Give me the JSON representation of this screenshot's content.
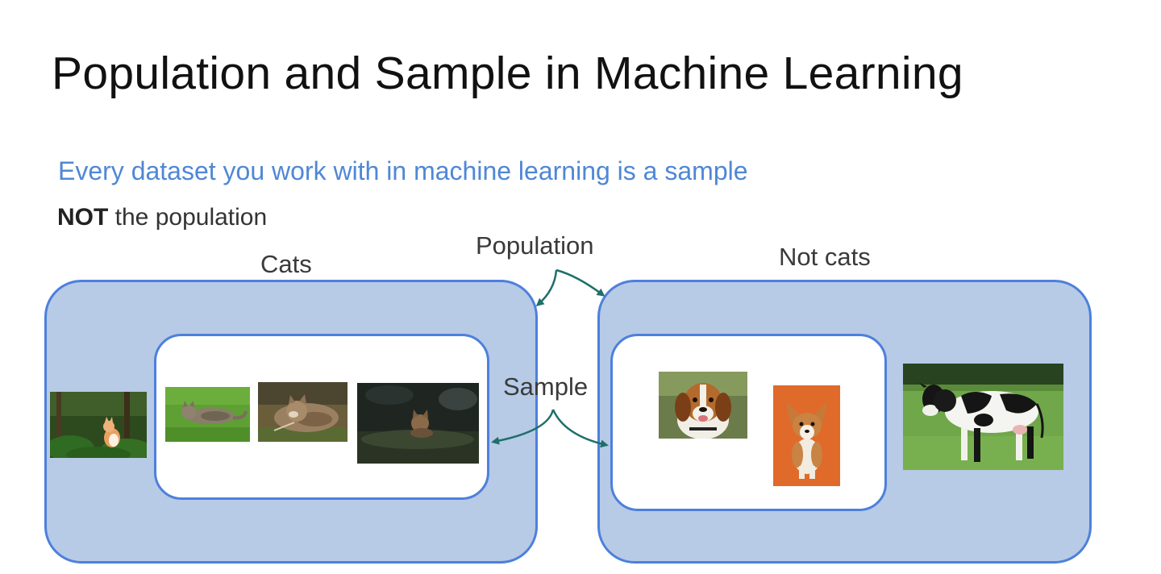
{
  "slide": {
    "title": "Population and Sample in Machine Learning",
    "subtitle": "Every dataset you work with in machine learning is a sample",
    "note_bold": "NOT",
    "note_rest": " the population"
  },
  "labels": {
    "cats": "Cats",
    "not_cats": "Not cats",
    "population": "Population",
    "sample": "Sample"
  },
  "colors": {
    "title": "#111111",
    "subtitle": "#4f87d6",
    "population_fill": "#b7cae6",
    "box_border": "#4d80dc",
    "arrow": "#1f6f6a"
  },
  "images": {
    "cats_population": [
      "cat-in-garden-photo"
    ],
    "cats_sample": [
      "cat-on-grass-photo",
      "tabby-cat-photo",
      "cat-in-dark-field-photo"
    ],
    "not_cats_sample": [
      "beagle-photo",
      "corgi-puppy-photo"
    ],
    "not_cats_population": [
      "cow-in-field-photo"
    ]
  }
}
